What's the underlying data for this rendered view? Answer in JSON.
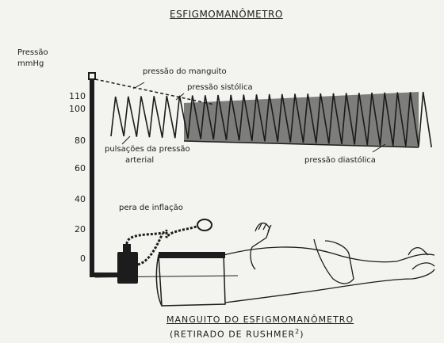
{
  "title": "ESFIGMOMANÔMETRO",
  "y_axis": {
    "label_line1": "Pressão",
    "label_line2": "mmHg",
    "ticks": [
      "110",
      "100",
      "80",
      "60",
      "40",
      "20",
      "0"
    ]
  },
  "labels": {
    "cuff_pressure": "pressão do manguito",
    "systolic": "pressão sistólica",
    "pulsations_line1": "pulsações da pressão",
    "pulsations_line2": "arterial",
    "diastolic": "pressão diastólica",
    "bulb": "pera de inflação"
  },
  "caption": {
    "line1": "MANGUITO DO ESFIGMOMANÔMETRO",
    "line2": "(RETIRADO DE RUSHMER",
    "superscript": "2",
    "close": ")"
  },
  "colors": {
    "ink": "#1c1c1c",
    "paper": "#f3f3f0"
  }
}
